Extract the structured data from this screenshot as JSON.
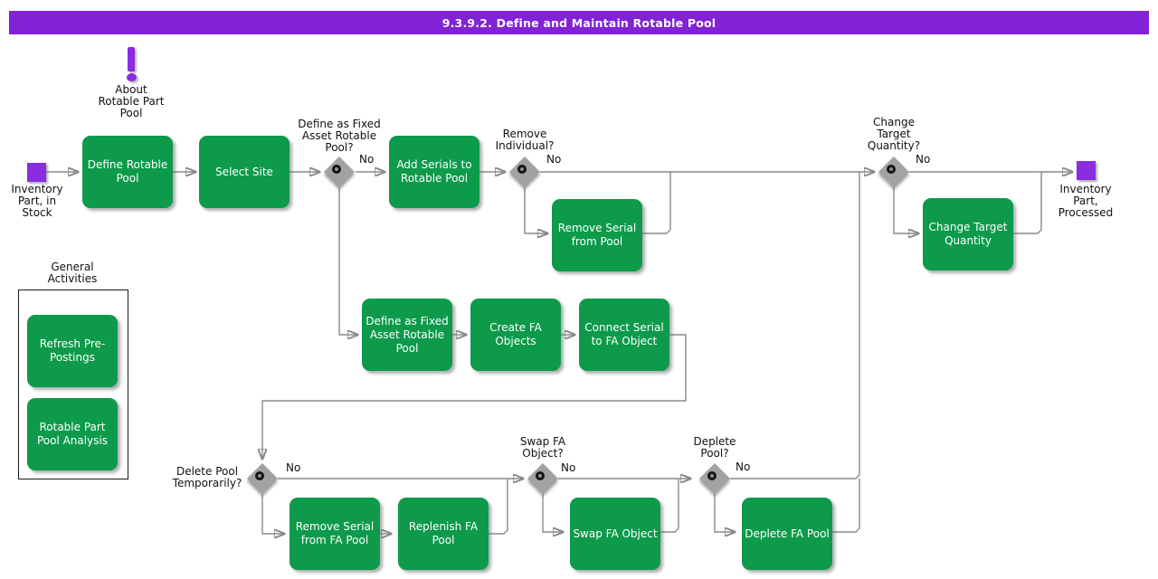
{
  "header": {
    "title": "9.3.9.2. Define and Maintain Rotable Pool"
  },
  "annotation": {
    "about_label": "About\nRotable Part\nPool",
    "icon": "exclamation-icon"
  },
  "events": {
    "start_label": "Inventory\nPart, in\nStock",
    "end_label": "Inventory\nPart,\nProcessed"
  },
  "activities": {
    "define_rotable_pool": "Define Rotable\nPool",
    "select_site": "Select Site",
    "add_serials_to_rotable_pool": "Add Serials to\nRotable Pool",
    "remove_serial_from_pool": "Remove Serial\nfrom Pool",
    "change_target_quantity": "Change Target\nQuantity",
    "define_as_fixed_asset_rotable_pool": "Define as Fixed\nAsset Rotable\nPool",
    "create_fa_objects": "Create FA\nObjects",
    "connect_serial_to_fa_object": "Connect Serial\nto FA Object",
    "remove_serial_from_fa_pool": "Remove Serial\nfrom FA Pool",
    "replenish_fa_pool": "Replenish FA\nPool",
    "swap_fa_object": "Swap FA Object",
    "deplete_fa_pool": "Deplete FA Pool"
  },
  "decisions": {
    "define_as_fixed_asset": "Define as Fixed\nAsset Rotable\nPool?",
    "remove_individual": "Remove\nIndividual?",
    "change_target_quantity": "Change\nTarget\nQuantity?",
    "delete_pool_temporarily": "Delete Pool\nTemporarily?",
    "swap_fa_object": "Swap FA\nObject?",
    "deplete_pool": "Deplete\nPool?",
    "no_label": "No"
  },
  "general_activities": {
    "title": "General\nActivities",
    "items": [
      "Refresh Pre-\nPostings",
      "Rotable Part\nPool Analysis"
    ]
  },
  "colors": {
    "title_bar_purple": "#8122D6",
    "activity_green": "#0D9A4B",
    "event_purple": "#8B2BE2",
    "connector_gray": "#8A8A8A",
    "decision_gray": "#A2A2A2"
  }
}
